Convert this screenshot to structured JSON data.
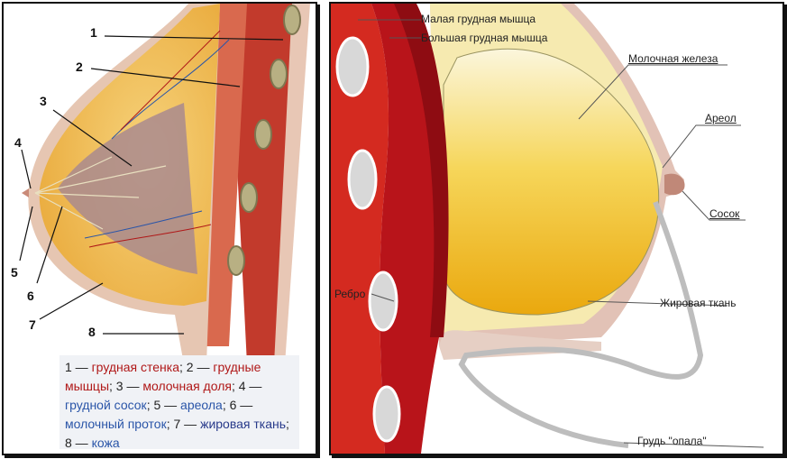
{
  "left_diagram": {
    "numbers": [
      "1",
      "2",
      "3",
      "4",
      "5",
      "6",
      "7",
      "8"
    ],
    "legend": [
      {
        "num": "1",
        "sep": " — ",
        "term": "грудная стенка",
        "end": "; "
      },
      {
        "num": "2",
        "sep": " — ",
        "term": "грудные мышцы",
        "end": "; "
      },
      {
        "num": "3",
        "sep": " — ",
        "term": "молочная доля",
        "end": "; "
      },
      {
        "num": "4",
        "sep": " — ",
        "term": "грудной сосок",
        "end": "; "
      },
      {
        "num": "5",
        "sep": " — ",
        "term": "ареола",
        "end": "; "
      },
      {
        "num": "6",
        "sep": " — ",
        "term": "молочный проток",
        "end": "; "
      },
      {
        "num": "7",
        "sep": " — ",
        "term": "жировая ткань",
        "end": "; "
      },
      {
        "num": "8",
        "sep": " — ",
        "term": "кожа",
        "end": ""
      }
    ]
  },
  "right_diagram": {
    "labels": {
      "minor_pectoral": "Малая грудная мышца",
      "major_pectoral": "Большая грудная мышца",
      "mammary_gland": "Молочная железа",
      "areola": "Ареол",
      "nipple": "Сосок",
      "rib": "Ребро",
      "fat_tissue": "Жировая ткань",
      "sagging_breast": "Грудь \"опала\""
    }
  }
}
